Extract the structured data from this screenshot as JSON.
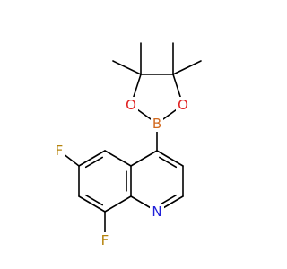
{
  "molecule": {
    "atoms": [
      {
        "id": "F6",
        "label": "F",
        "color": "#b5830b"
      },
      {
        "id": "F8",
        "label": "F",
        "color": "#b5830b"
      },
      {
        "id": "N1",
        "label": "N",
        "color": "#2020d8"
      },
      {
        "id": "B",
        "label": "B",
        "color": "#d2691e"
      },
      {
        "id": "O1",
        "label": "O",
        "color": "#e02020"
      },
      {
        "id": "O2",
        "label": "O",
        "color": "#e02020"
      }
    ]
  }
}
